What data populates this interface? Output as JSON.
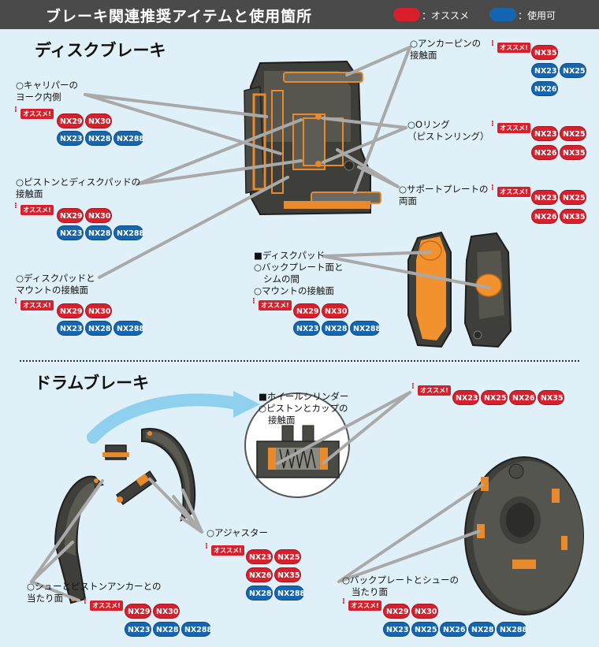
{
  "header": {
    "title": "ブレーキ関連推奨アイテムと使用箇所",
    "legend_recommended": "：オススメ",
    "legend_usable": "：使用可",
    "colors": {
      "recommended": "#d8202c",
      "usable": "#1665b0"
    }
  },
  "badge_text": "オススメ!",
  "disc": {
    "title": "ディスクブレーキ",
    "caliper": {
      "lines": [
        "○キャリパーの",
        "ヨーク内側"
      ],
      "recommended": [
        "NX29",
        "NX30"
      ],
      "usable": [
        "NX23",
        "NX28",
        "NX288"
      ]
    },
    "piston_pad": {
      "lines": [
        "○ピストンとディスクパッドの",
        "接触面"
      ],
      "recommended": [
        "NX29",
        "NX30"
      ],
      "usable": [
        "NX23",
        "NX28",
        "NX288"
      ]
    },
    "pad_mount": {
      "lines": [
        "○ディスクパッドと",
        "マウントの接触面"
      ],
      "recommended": [
        "NX29",
        "NX30"
      ],
      "usable": [
        "NX23",
        "NX28",
        "NX288"
      ]
    },
    "anchor_pin": {
      "lines": [
        "○アンカーピンの",
        "接触面"
      ],
      "recommended": [
        "NX35"
      ],
      "usable": [
        "NX23",
        "NX25",
        "NX26"
      ]
    },
    "o_ring": {
      "lines": [
        "○Oリング",
        "（ピストンリング）"
      ],
      "recommended": [
        "NX23",
        "NX25",
        "NX26",
        "NX35"
      ]
    },
    "support_plate": {
      "lines": [
        "○サポートプレートの",
        "両面"
      ],
      "recommended": [
        "NX23",
        "NX25",
        "NX26",
        "NX35"
      ]
    },
    "disc_pad": {
      "lines": [
        "■ディスクパッド",
        "○バックプレート面と",
        "シムの間",
        "○マウントの接触面"
      ],
      "recommended": [
        "NX29",
        "NX30"
      ],
      "usable": [
        "NX23",
        "NX28",
        "NX288"
      ]
    }
  },
  "drum": {
    "title": "ドラムブレーキ",
    "wheel_cylinder": {
      "lines": [
        "■ホイールシリンダー",
        "○ピストンとカップの",
        "接触面"
      ],
      "recommended": [
        "NX23",
        "NX25",
        "NX26",
        "NX35"
      ]
    },
    "adjuster": {
      "lines": [
        "○アジャスター"
      ],
      "recommended": [
        "NX23",
        "NX25",
        "NX26",
        "NX35"
      ],
      "usable": [
        "NX28",
        "NX288"
      ]
    },
    "shoe_anchor": {
      "lines": [
        "○シューとピストンアンカーとの",
        "当たり面"
      ],
      "recommended": [
        "NX29",
        "NX30"
      ],
      "usable": [
        "NX23",
        "NX28",
        "NX288"
      ]
    },
    "backplate_shoe": {
      "lines": [
        "○バックプレートとシューの",
        "当たり面"
      ],
      "recommended": [
        "NX29",
        "NX30"
      ],
      "usable": [
        "NX23",
        "NX25",
        "NX26",
        "NX28",
        "NX288"
      ]
    }
  }
}
